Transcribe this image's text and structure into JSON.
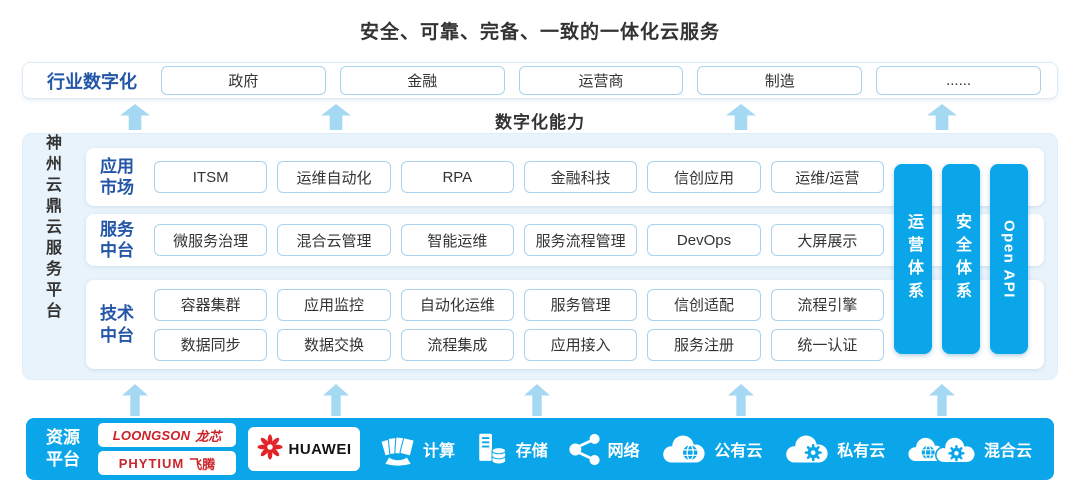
{
  "title": "安全、可靠、完备、一致的一体化云服务",
  "industry": {
    "label": "行业数字化",
    "items": [
      "政府",
      "金融",
      "运营商",
      "制造",
      "......"
    ]
  },
  "digital_capability": "数字化能力",
  "platform": {
    "side_label": "神州云鼎云服务平台",
    "rows": [
      {
        "label": "应用\n市场",
        "chips": [
          "ITSM",
          "运维自动化",
          "RPA",
          "金融科技",
          "信创应用",
          "运维/运营"
        ]
      },
      {
        "label": "服务\n中台",
        "chips": [
          "微服务治理",
          "混合云管理",
          "智能运维",
          "服务流程管理",
          "DevOps",
          "大屏展示"
        ]
      },
      {
        "label": "技术\n中台",
        "chips": [
          "容器集群",
          "应用监控",
          "自动化运维",
          "服务管理",
          "信创适配",
          "流程引擎"
        ],
        "chips2": [
          "数据同步",
          "数据交换",
          "流程集成",
          "应用接入",
          "服务注册",
          "统一认证"
        ]
      }
    ],
    "bars": [
      "运营体系",
      "安全体系",
      "Open API"
    ]
  },
  "resources": {
    "label": "资源\n平台",
    "logos": {
      "loongson_en": "LOONGSON",
      "loongson_cn": "龙芯",
      "phytium_en": "PHYTIUM",
      "phytium_cn": "飞腾",
      "huawei": "HUAWEI"
    },
    "items": [
      {
        "icon": "compute-icon",
        "label": "计算"
      },
      {
        "icon": "storage-icon",
        "label": "存储"
      },
      {
        "icon": "network-icon",
        "label": "网络"
      },
      {
        "icon": "public-cloud-icon",
        "label": "公有云"
      },
      {
        "icon": "private-cloud-icon",
        "label": "私有云"
      },
      {
        "icon": "hybrid-cloud-icon",
        "label": "混合云"
      }
    ]
  },
  "colors": {
    "accent_blue": "#0ba6e9",
    "arrow_blue": "#a5d8f3",
    "panel_bg": "#e8f3fb",
    "blue_text": "#2356a7",
    "chip_border": "#a9d3ee",
    "logo_red": "#cc2128",
    "text_dark": "#333333"
  }
}
